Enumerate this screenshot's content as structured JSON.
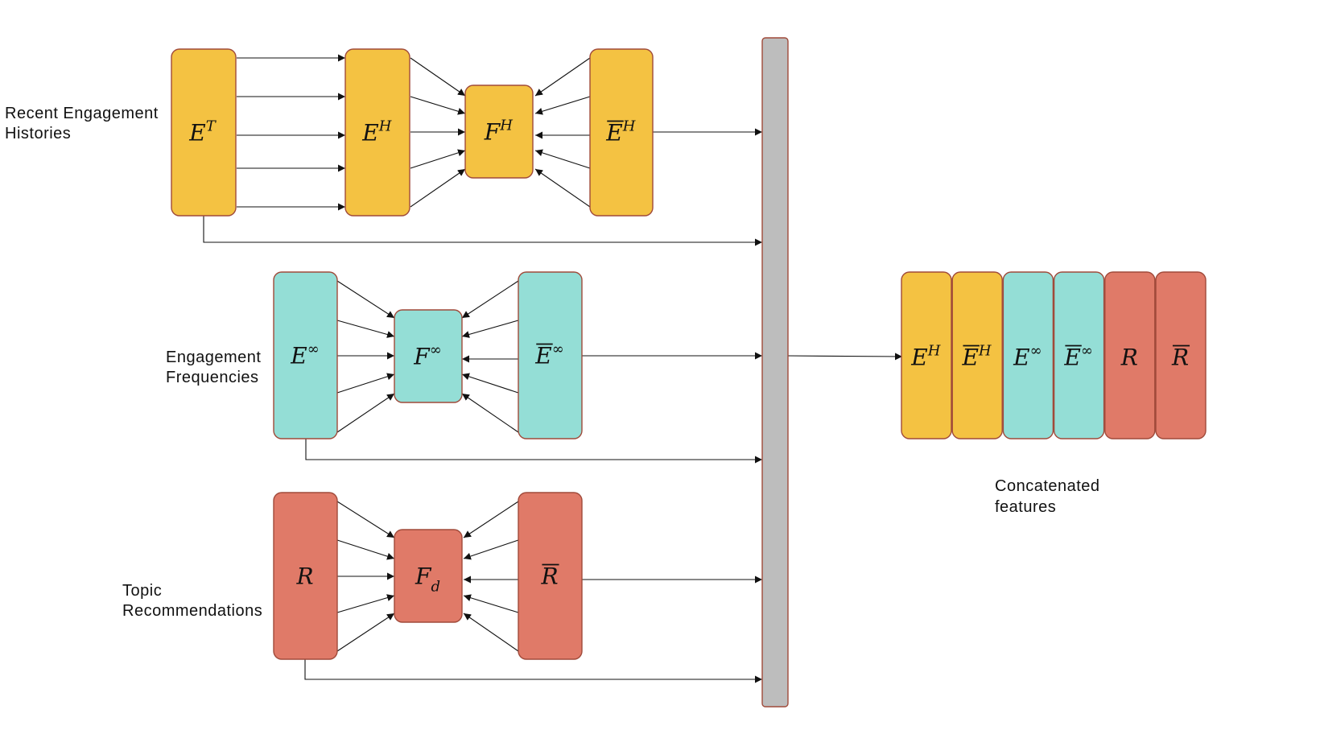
{
  "colors": {
    "yellow": "#F4C242",
    "teal": "#94DED6",
    "red": "#E07A68",
    "gray": "#BDBDBD",
    "border": "#A04A3A"
  },
  "labels": {
    "recent": [
      "Recent Engagement",
      "Histories"
    ],
    "freq": [
      "Engagement",
      "Frequencies"
    ],
    "topic": [
      "Topic",
      "Recommendations"
    ],
    "concat": [
      "Concatenated",
      "features"
    ]
  },
  "nodes": {
    "ET": {
      "base": "E",
      "sup": "T",
      "sub": "",
      "bar": false
    },
    "EH": {
      "base": "E",
      "sup": "H",
      "sub": "",
      "bar": false
    },
    "FH": {
      "base": "F",
      "sup": "H",
      "sub": "",
      "bar": false
    },
    "EbH": {
      "base": "E",
      "sup": "H",
      "sub": "",
      "bar": true
    },
    "Einf": {
      "base": "E",
      "sup": "∞",
      "sub": "",
      "bar": false
    },
    "Finf": {
      "base": "F",
      "sup": "∞",
      "sub": "",
      "bar": false
    },
    "Ebinf": {
      "base": "E",
      "sup": "∞",
      "sub": "",
      "bar": true
    },
    "R": {
      "base": "R",
      "sup": "",
      "sub": "",
      "bar": false
    },
    "Fd": {
      "base": "F",
      "sup": "",
      "sub": "d",
      "bar": false
    },
    "Rb": {
      "base": "R",
      "sup": "",
      "sub": "",
      "bar": true
    }
  },
  "concat_features": [
    {
      "base": "E",
      "sup": "H",
      "bar": false,
      "color": "yellow"
    },
    {
      "base": "E",
      "sup": "H",
      "bar": true,
      "color": "yellow"
    },
    {
      "base": "E",
      "sup": "∞",
      "bar": false,
      "color": "teal"
    },
    {
      "base": "E",
      "sup": "∞",
      "bar": true,
      "color": "teal"
    },
    {
      "base": "R",
      "sup": "",
      "bar": false,
      "color": "red"
    },
    {
      "base": "R",
      "sup": "",
      "bar": true,
      "color": "red"
    }
  ]
}
